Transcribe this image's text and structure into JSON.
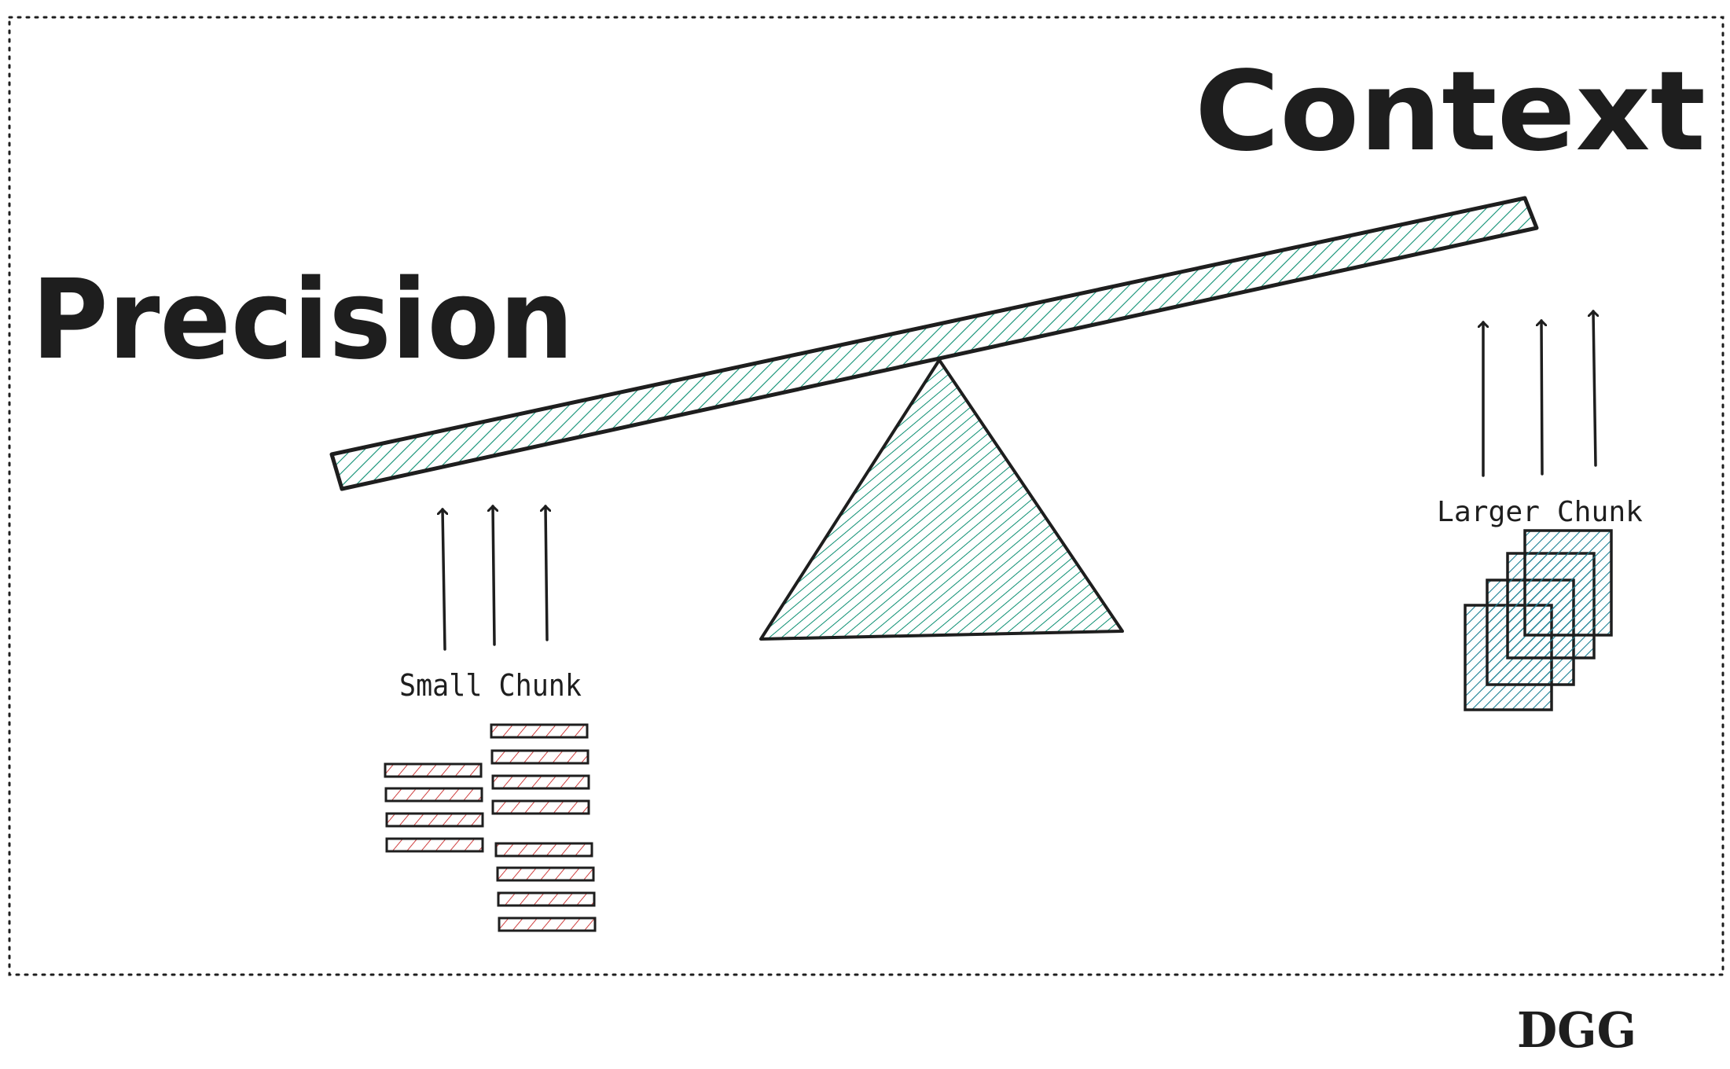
{
  "labels": {
    "left_title": "Precision",
    "right_title": "Context",
    "left_caption": "Small Chunk",
    "right_caption": "Larger Chunk",
    "signature": "DGG"
  },
  "colors": {
    "ink": "#1e1e1e",
    "beam_fill": "#0c8f72",
    "small_chunk_hatch": "#c92a2a",
    "large_chunk_fill": "#1a7f94"
  },
  "frame": {
    "style": "dotted"
  }
}
